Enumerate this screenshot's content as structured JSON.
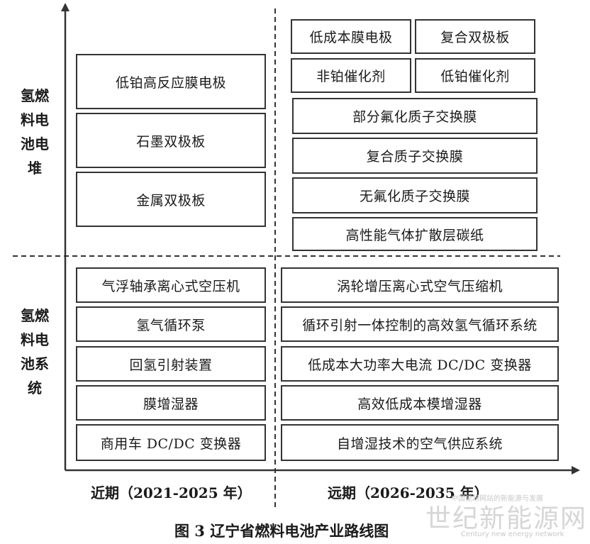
{
  "y_labels": {
    "stack": "氢燃\n料电\n池电\n堆",
    "system": "氢燃\n料电\n池系\n统"
  },
  "near": {
    "period": "近期（2021-2025 年）",
    "stack": [
      "低铂高反应膜电极",
      "石墨双极板",
      "金属双极板"
    ],
    "system": [
      "气浮轴承离心式空压机",
      "氢气循环泵",
      "回氢引射装置",
      "膜增湿器",
      "商用车 DC/DC 变换器"
    ]
  },
  "far": {
    "period": "远期（2026-2035 年）",
    "stack_pairs": [
      [
        "低成本膜电极",
        "复合双极板"
      ],
      [
        "非铂催化剂",
        "低铂催化剂"
      ]
    ],
    "stack": [
      "部分氟化质子交换膜",
      "复合质子交换膜",
      "无氟化质子交换膜",
      "高性能气体扩散层碳纸"
    ],
    "system": [
      "涡轮增压离心式空气压缩机",
      "循环引射一体控制的高效氢气循环系统",
      "低成本大功率大电流 DC/DC 变换器",
      "高效低成本模增湿器",
      "自增湿技术的空气供应系统"
    ]
  },
  "caption": "图 3  辽宁省燃料电池产业路线图",
  "watermark": {
    "top": "中国能源网站的新能源与发展",
    "main": "世纪新能源网",
    "sub": "Century new energy network"
  }
}
